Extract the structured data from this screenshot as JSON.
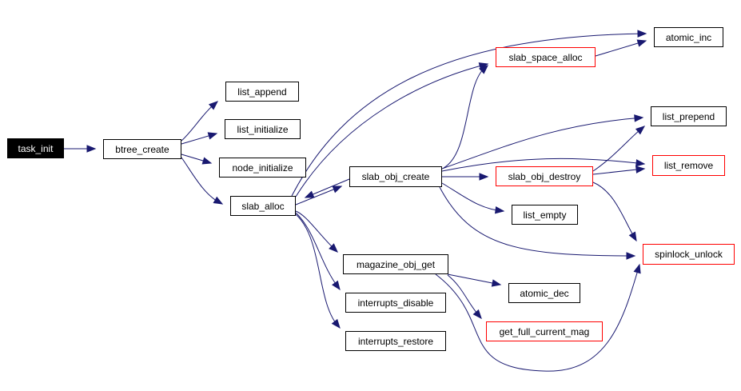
{
  "graph": {
    "title": "task_init call graph",
    "edge_color": "#191970",
    "node_border_default": "#000000",
    "node_border_link": "#ff0000",
    "root_fill": "#000000",
    "nodes": [
      {
        "id": "task_init",
        "label": "task_init",
        "style": "root"
      },
      {
        "id": "btree_create",
        "label": "btree_create",
        "style": "normal"
      },
      {
        "id": "list_append",
        "label": "list_append",
        "style": "normal"
      },
      {
        "id": "list_initialize",
        "label": "list_initialize",
        "style": "normal"
      },
      {
        "id": "node_initialize",
        "label": "node_initialize",
        "style": "normal"
      },
      {
        "id": "slab_alloc",
        "label": "slab_alloc",
        "style": "normal"
      },
      {
        "id": "slab_obj_create",
        "label": "slab_obj_create",
        "style": "normal"
      },
      {
        "id": "magazine_obj_get",
        "label": "magazine_obj_get",
        "style": "normal"
      },
      {
        "id": "interrupts_disable",
        "label": "interrupts_disable",
        "style": "normal"
      },
      {
        "id": "interrupts_restore",
        "label": "interrupts_restore",
        "style": "normal"
      },
      {
        "id": "slab_space_alloc",
        "label": "slab_space_alloc",
        "style": "red"
      },
      {
        "id": "slab_obj_destroy",
        "label": "slab_obj_destroy",
        "style": "red"
      },
      {
        "id": "list_empty",
        "label": "list_empty",
        "style": "normal"
      },
      {
        "id": "atomic_dec",
        "label": "atomic_dec",
        "style": "normal"
      },
      {
        "id": "get_full_current_mag",
        "label": "get_full_current_mag",
        "style": "red"
      },
      {
        "id": "atomic_inc",
        "label": "atomic_inc",
        "style": "normal"
      },
      {
        "id": "list_prepend",
        "label": "list_prepend",
        "style": "normal"
      },
      {
        "id": "list_remove",
        "label": "list_remove",
        "style": "red"
      },
      {
        "id": "spinlock_unlock",
        "label": "spinlock_unlock",
        "style": "red"
      }
    ],
    "edges": [
      {
        "from": "task_init",
        "to": "btree_create"
      },
      {
        "from": "btree_create",
        "to": "list_append"
      },
      {
        "from": "btree_create",
        "to": "list_initialize"
      },
      {
        "from": "btree_create",
        "to": "node_initialize"
      },
      {
        "from": "btree_create",
        "to": "slab_alloc"
      },
      {
        "from": "slab_alloc",
        "to": "atomic_inc"
      },
      {
        "from": "slab_alloc",
        "to": "slab_space_alloc"
      },
      {
        "from": "slab_alloc",
        "to": "slab_obj_create"
      },
      {
        "from": "slab_alloc",
        "to": "magazine_obj_get"
      },
      {
        "from": "slab_alloc",
        "to": "interrupts_disable"
      },
      {
        "from": "slab_alloc",
        "to": "interrupts_restore"
      },
      {
        "from": "slab_obj_create",
        "to": "slab_alloc"
      },
      {
        "from": "slab_obj_create",
        "to": "slab_space_alloc"
      },
      {
        "from": "slab_obj_create",
        "to": "list_prepend"
      },
      {
        "from": "slab_obj_create",
        "to": "list_remove"
      },
      {
        "from": "slab_obj_create",
        "to": "slab_obj_destroy"
      },
      {
        "from": "slab_obj_create",
        "to": "list_empty"
      },
      {
        "from": "slab_obj_create",
        "to": "spinlock_unlock"
      },
      {
        "from": "slab_space_alloc",
        "to": "atomic_inc"
      },
      {
        "from": "slab_obj_destroy",
        "to": "list_prepend"
      },
      {
        "from": "slab_obj_destroy",
        "to": "list_remove"
      },
      {
        "from": "slab_obj_destroy",
        "to": "spinlock_unlock"
      },
      {
        "from": "magazine_obj_get",
        "to": "atomic_dec"
      },
      {
        "from": "magazine_obj_get",
        "to": "get_full_current_mag"
      },
      {
        "from": "magazine_obj_get",
        "to": "spinlock_unlock"
      }
    ]
  }
}
